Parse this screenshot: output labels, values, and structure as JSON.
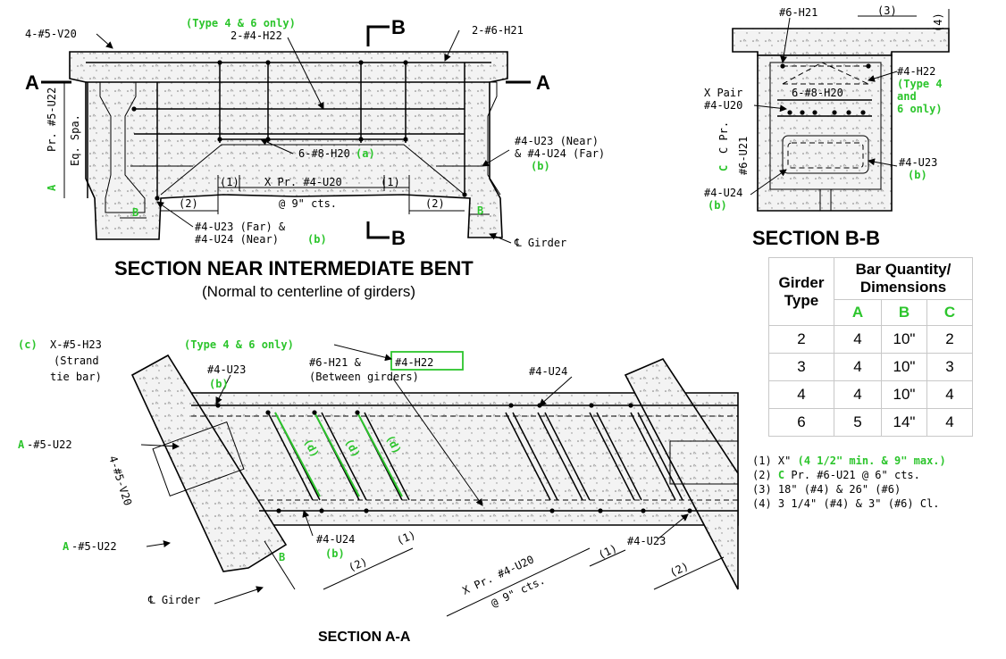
{
  "titles": {
    "near_bent": "SECTION NEAR INTERMEDIATE BENT",
    "near_bent_sub": "(Normal to centerline of girders)",
    "bb": "SECTION B-B",
    "aa": "SECTION A-A"
  },
  "section_markers": {
    "a": "A",
    "b": "B",
    "bay": "B"
  },
  "near_bent_labels": {
    "v20": "4-#5-V20",
    "type46": "(Type 4 & 6 only)",
    "h22": "2-#4-H22",
    "h21": "2-#6-H21",
    "u22_pr": "Pr. #5-U22",
    "u22_a": "A",
    "eq_spa": "Eq. Spa.",
    "h20": "6-#8-H20",
    "h20_a": "(a)",
    "u23_near": "#4-U23 (Near)",
    "u24_far": "& #4-U24 (Far)",
    "b_note": "(b)",
    "dim1": "(1)",
    "dim2": "(2)",
    "x_pr": "X Pr. #4-U20",
    "at9": "@ 9\" cts.",
    "u23_far": "#4-U23 (Far) &",
    "u24_near": "#4-U24 (Near)",
    "girder": "℄ Girder"
  },
  "bb_labels": {
    "h21": "#6-H21",
    "n3": "(3)",
    "n4": "(4)",
    "h22": "#4-H22",
    "type4": "(Type 4",
    "and": "and",
    "only6": "6 only)",
    "x_pair": "X Pair",
    "u20": "#4-U20",
    "h20": "6-#8-H20",
    "c_pr": "C Pr.",
    "c": "C",
    "u21": "#6-U21",
    "u23": "#4-U23",
    "u24": "#4-U24",
    "b": "(b)"
  },
  "aa_labels": {
    "h23": "X-#5-H23",
    "c": "(c)",
    "strand1": "(Strand",
    "strand2": "tie bar)",
    "type46": "(Type 4 & 6 only)",
    "u23": "#4-U23",
    "b": "(b)",
    "h21": "#6-H21 &",
    "h22": "#4-H22",
    "between": "(Between girders)",
    "u24": "#4-U24",
    "u22": "-#5-U22",
    "a": "A",
    "v20": "4-#5-V20",
    "d": "(d)",
    "u24b": "#4-U24",
    "n1": "(1)",
    "n2": "(2)",
    "x_pr": "X Pr. #4-U20",
    "at9": "@ 9\" cts.",
    "u23b": "#4-U23",
    "girder": "℄ Girder",
    "bay": "B"
  },
  "table": {
    "col_girder": "Girder Type",
    "col_bar": "Bar Quantity/ Dimensions",
    "sub_a": "A",
    "sub_b": "B",
    "sub_c": "C",
    "rows": [
      [
        "2",
        "4",
        "10\"",
        "2"
      ],
      [
        "3",
        "4",
        "10\"",
        "3"
      ],
      [
        "4",
        "4",
        "10\"",
        "4"
      ],
      [
        "6",
        "5",
        "14\"",
        "4"
      ]
    ]
  },
  "notes": {
    "n1_pre": "(1) X\"",
    "n1_green": "(4 1/2\" min. & 9\" max.)",
    "n2_pre": "(2)",
    "n2_green": "C",
    "n2_post": "Pr. #6-U21 @ 6\" cts.",
    "n3": "(3) 18\" (#4) & 26\" (#6)",
    "n4": "(4) 3 1/4\" (#4) & 3\" (#6) Cl."
  },
  "colors": {
    "accent_green": "#2cc52c",
    "ink": "#000000",
    "concrete": "#ececec"
  }
}
